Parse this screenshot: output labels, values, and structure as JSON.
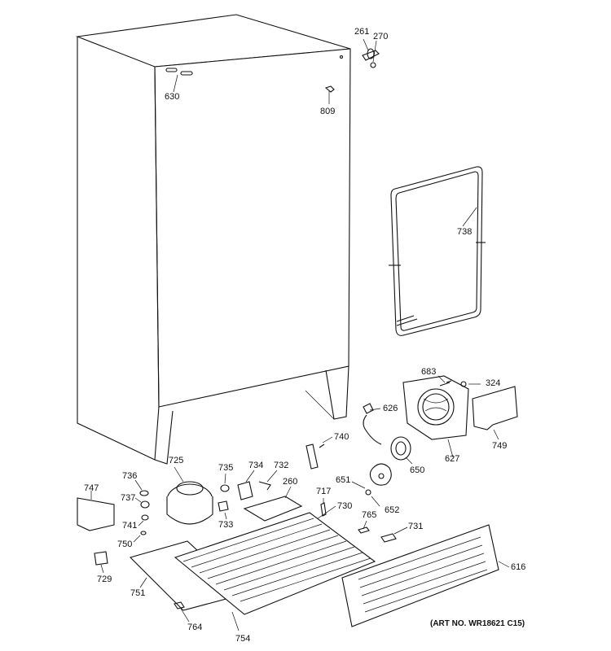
{
  "parts": [
    {
      "id": "p261",
      "number": "261"
    },
    {
      "id": "p270",
      "number": "270"
    },
    {
      "id": "p630",
      "number": "630"
    },
    {
      "id": "p809",
      "number": "809"
    },
    {
      "id": "p738",
      "number": "738"
    },
    {
      "id": "p683",
      "number": "683"
    },
    {
      "id": "p324",
      "number": "324"
    },
    {
      "id": "p626",
      "number": "626"
    },
    {
      "id": "p749",
      "number": "749"
    },
    {
      "id": "p627",
      "number": "627"
    },
    {
      "id": "p650",
      "number": "650"
    },
    {
      "id": "p740",
      "number": "740"
    },
    {
      "id": "p725",
      "number": "725"
    },
    {
      "id": "p735",
      "number": "735"
    },
    {
      "id": "p734",
      "number": "734"
    },
    {
      "id": "p732",
      "number": "732"
    },
    {
      "id": "p736",
      "number": "736"
    },
    {
      "id": "p260",
      "number": "260"
    },
    {
      "id": "p651",
      "number": "651"
    },
    {
      "id": "p747",
      "number": "747"
    },
    {
      "id": "p737",
      "number": "737"
    },
    {
      "id": "p717",
      "number": "717"
    },
    {
      "id": "p730",
      "number": "730"
    },
    {
      "id": "p652",
      "number": "652"
    },
    {
      "id": "p741",
      "number": "741"
    },
    {
      "id": "p733",
      "number": "733"
    },
    {
      "id": "p765",
      "number": "765"
    },
    {
      "id": "p731",
      "number": "731"
    },
    {
      "id": "p750",
      "number": "750"
    },
    {
      "id": "p616",
      "number": "616"
    },
    {
      "id": "p729",
      "number": "729"
    },
    {
      "id": "p751",
      "number": "751"
    },
    {
      "id": "p764",
      "number": "764"
    },
    {
      "id": "p754",
      "number": "754"
    }
  ],
  "art_number": "(ART NO. WR18621 C15)"
}
